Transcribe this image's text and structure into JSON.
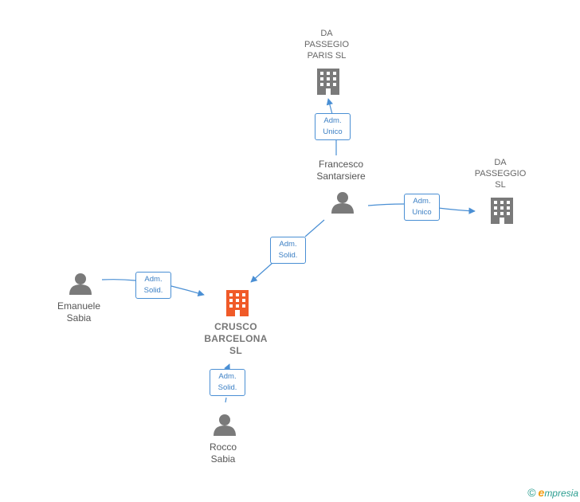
{
  "nodes": {
    "da_passegio_paris": {
      "label": "DA\nPASSEGIO\nPARIS  SL",
      "type": "company"
    },
    "da_passeggio": {
      "label": "DA\nPASSEGGIO\nSL",
      "type": "company"
    },
    "francesco": {
      "label": "Francesco\nSantarsiere",
      "type": "person"
    },
    "emanuele": {
      "label": "Emanuele\nSabia",
      "type": "person"
    },
    "crusco": {
      "label": "CRUSCO\nBARCELONA\nSL",
      "type": "company-main"
    },
    "rocco": {
      "label": "Rocco\nSabia",
      "type": "person"
    }
  },
  "edges": {
    "francesco_paris": {
      "label": "Adm.\nUnico"
    },
    "francesco_passeggio": {
      "label": "Adm.\nUnico"
    },
    "francesco_crusco": {
      "label": "Adm.\nSolid."
    },
    "emanuele_crusco": {
      "label": "Adm.\nSolid."
    },
    "rocco_crusco": {
      "label": "Adm.\nSolid."
    }
  },
  "brand": {
    "copyright": "©",
    "name_initial": "e",
    "name_rest": "mpresia"
  },
  "colors": {
    "edge": "#4a8fd4",
    "company": "#7a7a7a",
    "main_company": "#f05a28",
    "person": "#7a7a7a"
  },
  "icons": {
    "company": "building-icon",
    "person": "person-icon"
  }
}
